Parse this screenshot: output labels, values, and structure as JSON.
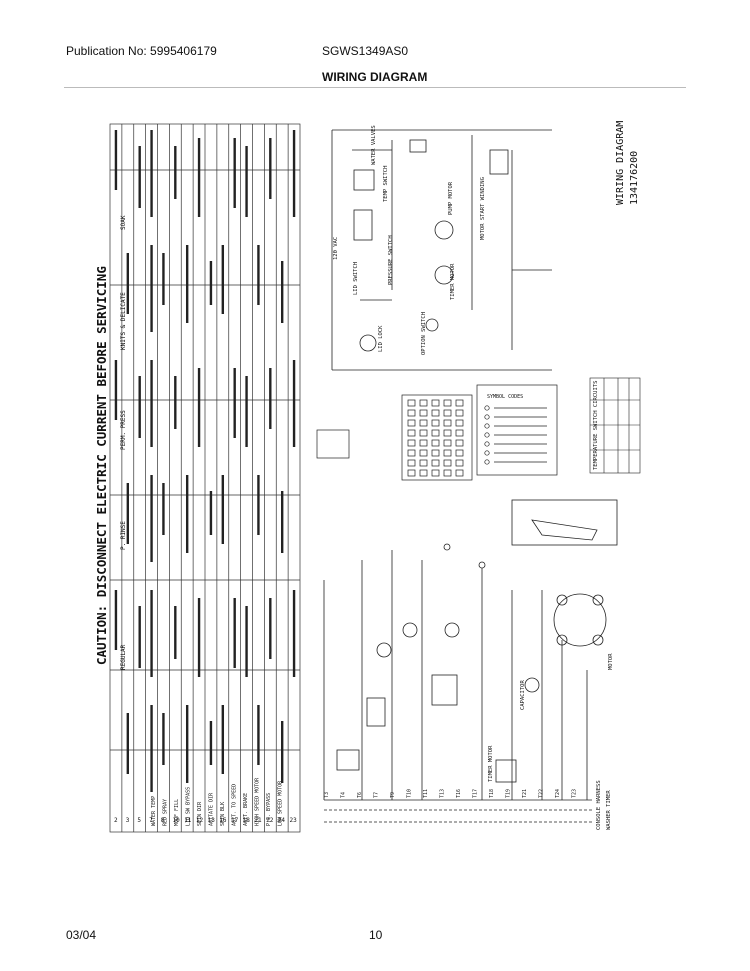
{
  "header": {
    "publication": "Publication No: 5995406179",
    "model": "SGWS1349AS0",
    "title": "WIRING DIAGRAM"
  },
  "diagram": {
    "caution": "CAUTION: DISCONNECT ELECTRIC CURRENT BEFORE SERVICING",
    "diagram_title": "WIRING DIAGRAM",
    "diagram_number": "134176200",
    "chart_headers": [
      "REGULAR",
      "P. RINSE",
      "PERM. PRESS",
      "KNITS & DELICATE",
      "SOAK"
    ],
    "circuits": [
      "WATER TEMP",
      "RED SPRAY",
      "MOOF FILL",
      "LID SW BYPASS",
      "SPIN DIR",
      "AGITATE DIR",
      "SPIN BLK",
      "AGIT. TO SPEED",
      "AGIT. BRAKE",
      "HIGH SPEED MOTOR",
      "P.S. BYPASS",
      "LOW SPEED MOTOR"
    ],
    "row_numbers": [
      "2",
      "3",
      "5",
      "7",
      "8",
      "10",
      "11",
      "12",
      "13",
      "16",
      "17",
      "18",
      "21",
      "22",
      "24",
      "23"
    ],
    "labels": {
      "supply": "120 VAC",
      "water_valves": "WATER VALVES",
      "temp_switch": "TEMP SWITCH",
      "pump_motor": "PUMP MOTOR",
      "timer_motor": "TIMER MOTOR",
      "motor_start": "MOTOR START WINDING",
      "pressure_switch": "PRESSURE SWITCH",
      "lid_switch": "LID SWITCH",
      "lid_lock": "LID LOCK",
      "option_switch": "OPTION SWITCH",
      "capacitor": "CAPACITOR",
      "timer_motor_2": "TIMER MOTOR",
      "console_harness": "CONSOLE HARNESS",
      "washer_timer": "WASHER TIMER",
      "motor": "MOTOR",
      "symbols": "SYMBOL CODES",
      "temp_chart": "TEMPERATURE SWITCH CIRCUITS"
    }
  }
}
